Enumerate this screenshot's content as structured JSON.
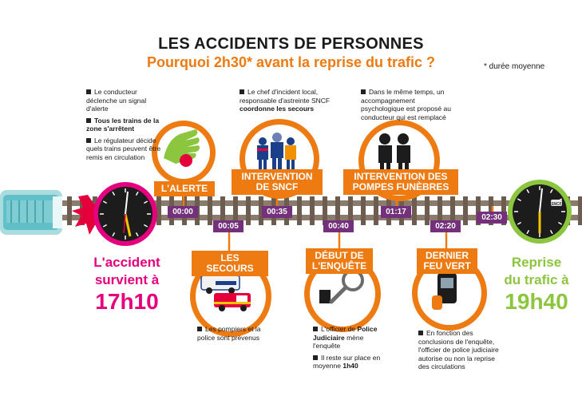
{
  "header": {
    "title": "LES ACCIDENTS DE PERSONNES",
    "subtitle": "Pourquoi 2h30* avant la reprise du trafic ?",
    "footnote": "* durée moyenne"
  },
  "start": {
    "line1": "L'accident",
    "line2": "survient à",
    "time": "17h10"
  },
  "end": {
    "line1": "Reprise",
    "line2": "du trafic à",
    "time": "19h40"
  },
  "stages": {
    "alerte": {
      "label": "L'ALERTE",
      "time": "00:00"
    },
    "secours": {
      "label": "LES SECOURS",
      "time": "00:05"
    },
    "sncf": {
      "label1": "INTERVENTION",
      "label2": "DE SNCF",
      "time": "00:35"
    },
    "enquete": {
      "label1": "DÉBUT DE",
      "label2": "L'ENQUÊTE",
      "time": "00:40"
    },
    "pompes": {
      "label1": "INTERVENTION DES",
      "label2": "POMPES FUNÈBRES",
      "time": "01:17"
    },
    "feuvert": {
      "label1": "DERNIER",
      "label2": "FEU VERT",
      "time": "02:20"
    },
    "reprise": {
      "time": "02:30"
    }
  },
  "notes": {
    "alerte": [
      "Le conducteur déclenche un signal d'alerte",
      "Tous les trains de la zone s'arrêtent",
      "Le régulateur décide quels trains peuvent être remis en circulation"
    ],
    "sncf": {
      "text": "Le chef d'incident local, responsable d'astreinte SNCF",
      "bold": "coordonne les secours"
    },
    "pompes": "Dans le même temps, un accompagnement psychologique est proposé au conducteur qui est remplacé",
    "secours": "Les pompiers et la police sont prévenus",
    "enquete": {
      "pre": "L'officier de",
      "bold": "Police Judiciaire",
      "post": "mène l'enquête",
      "line2": "Il reste sur place en moyenne",
      "line2_bold": "1h40"
    },
    "feuvert": "En fonction des conclusions de l'enquête, l'officier de police judiciaire autorise ou non la reprise des circulations"
  },
  "icons": {
    "police_text": "POLICE",
    "logo_text": "SNCF"
  },
  "colors": {
    "orange": "#ee7a12",
    "purple": "#74307b",
    "pink": "#e5007d",
    "green": "#8cc63f",
    "rail": "#7d6b5d"
  }
}
